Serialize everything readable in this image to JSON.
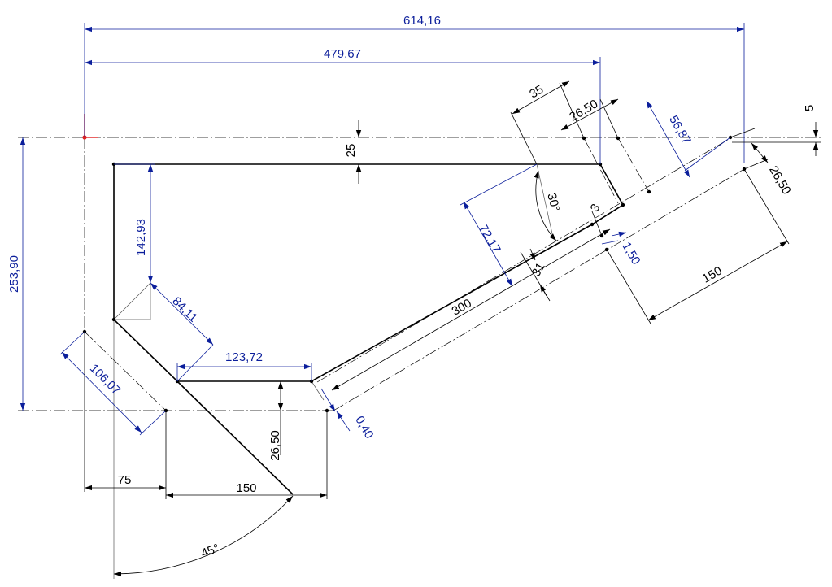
{
  "dimensions": {
    "overall_width": "614,16",
    "top_width": "479,67",
    "dim_35": "35",
    "dim_26_50_top": "26,50",
    "dim_56_87": "56,87",
    "dim_5": "5",
    "dim_25": "25",
    "dim_253_90": "253,90",
    "dim_142_93": "142,93",
    "angle_30": "30°",
    "dim_72_17": "72,17",
    "dim_3": "3",
    "dim_1_50": "1,50",
    "dim_26_50_right": "26,50",
    "dim_150_right": "150",
    "dim_31": "31",
    "dim_300": "300",
    "dim_84_11": "84,11",
    "dim_123_72": "123,72",
    "dim_106_07": "106,07",
    "dim_26_50_bottom": "26,50",
    "dim_0_40": "0,40",
    "dim_75": "75",
    "dim_150_bottom": "150",
    "angle_45": "45°"
  },
  "colors": {
    "geometry": "#000000",
    "driven_dimension": "#0b1e9b",
    "origin": "#e02020"
  }
}
